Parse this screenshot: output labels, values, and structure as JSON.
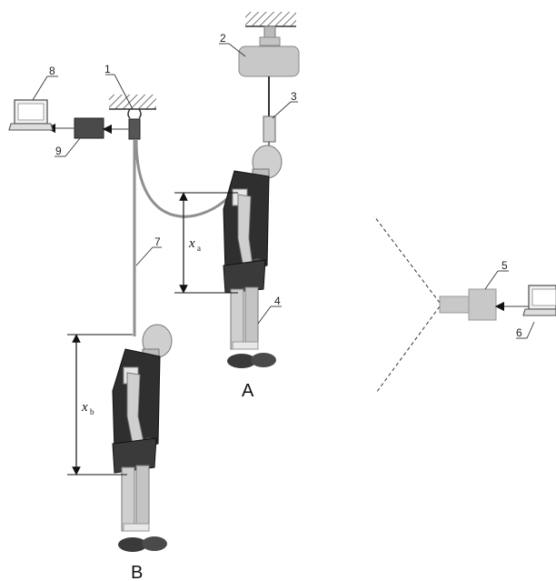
{
  "labels": {
    "n1": "1",
    "n2": "2",
    "n3": "3",
    "n4": "4",
    "n5": "5",
    "n6": "6",
    "n7": "7",
    "n8": "8",
    "n9": "9"
  },
  "position_a": "A",
  "position_b": "B",
  "dim_a": {
    "var": "x",
    "sub": "a"
  },
  "dim_b": {
    "var": "x",
    "sub": "b"
  },
  "colors": {
    "dark_box": "#4a4a4a",
    "light_box": "#c8c8c8",
    "cable": "#9a9a9a",
    "dummy_body": "#2f2f2f",
    "dummy_skin": "#cfcfcf"
  }
}
